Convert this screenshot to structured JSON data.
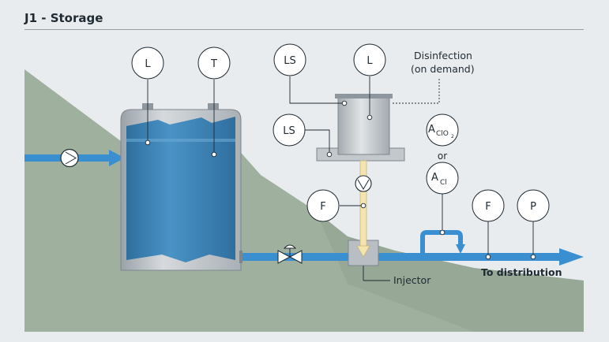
{
  "title": "J1 - Storage",
  "colors": {
    "background": "#e9ecee",
    "terrain": "#9fb09e",
    "water": "#3d86bd",
    "pipe": "#3a8fd0",
    "steel": "#b8bec4",
    "chemical_line": "#f3e4b0"
  },
  "instruments": {
    "tank_level": "L",
    "tank_temperature": "T",
    "dosing_level_switch_top": "LS",
    "dosing_level": "L",
    "dosing_level_switch_bottom": "LS",
    "dosing_flow": "F",
    "analyzer_clo2_main": "A",
    "analyzer_clo2_sub": "ClO",
    "analyzer_clo2_subscript": "2",
    "or_label": "or",
    "analyzer_cl_main": "A",
    "analyzer_cl_sub": "Cl",
    "outlet_flow": "F",
    "outlet_pressure": "P"
  },
  "labels": {
    "disinfection_line1": "Disinfection",
    "disinfection_line2": "(on demand)",
    "injector": "Injector",
    "to_distribution": "To distribution"
  }
}
